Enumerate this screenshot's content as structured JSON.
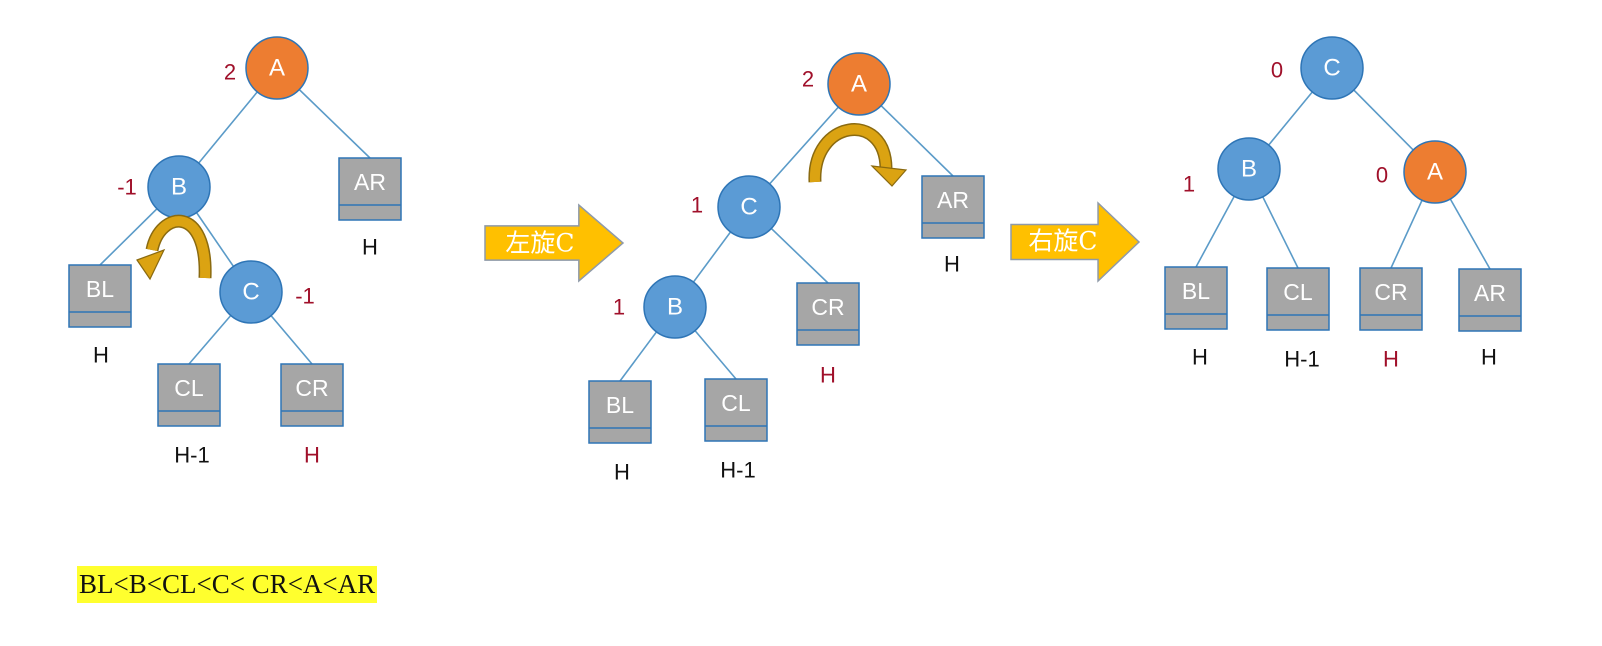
{
  "colors": {
    "edge": "#5b9bc8",
    "node_blue": "#5b9bd5",
    "node_orange": "#ed7d31",
    "box_gray": "#a6a6a6",
    "box_border": "#2e75b6",
    "arrow_yellow": "#ffc000",
    "rotate_arrow": "#dba312",
    "balance_red": "#a0102a",
    "highlight": "#ffff2e"
  },
  "diagrams": [
    {
      "id": "initial",
      "nodes": [
        {
          "label": "A",
          "color": "orange",
          "bf": "2"
        },
        {
          "label": "B",
          "color": "blue",
          "bf": "-1"
        },
        {
          "label": "C",
          "color": "blue",
          "bf": "-1"
        }
      ],
      "boxes": [
        {
          "label": "AR",
          "height": "H",
          "highlight": false
        },
        {
          "label": "BL",
          "height": "H",
          "highlight": false
        },
        {
          "label": "CL",
          "height": "H-1",
          "highlight": false
        },
        {
          "label": "CR",
          "height": "H",
          "highlight": true
        }
      ]
    },
    {
      "id": "after-left-rotate",
      "nodes": [
        {
          "label": "A",
          "color": "orange",
          "bf": "2"
        },
        {
          "label": "C",
          "color": "blue",
          "bf": "1"
        },
        {
          "label": "B",
          "color": "blue",
          "bf": "1"
        }
      ],
      "boxes": [
        {
          "label": "AR",
          "height": "H",
          "highlight": false
        },
        {
          "label": "CR",
          "height": "H",
          "highlight": true
        },
        {
          "label": "BL",
          "height": "H",
          "highlight": false
        },
        {
          "label": "CL",
          "height": "H-1",
          "highlight": false
        }
      ]
    },
    {
      "id": "after-right-rotate",
      "nodes": [
        {
          "label": "C",
          "color": "blue",
          "bf": "0"
        },
        {
          "label": "B",
          "color": "blue",
          "bf": "1"
        },
        {
          "label": "A",
          "color": "orange",
          "bf": "0"
        }
      ],
      "boxes": [
        {
          "label": "BL",
          "height": "H",
          "highlight": false
        },
        {
          "label": "CL",
          "height": "H-1",
          "highlight": false
        },
        {
          "label": "CR",
          "height": "H",
          "highlight": true
        },
        {
          "label": "AR",
          "height": "H",
          "highlight": false
        }
      ]
    }
  ],
  "steps": [
    {
      "label": "左旋C"
    },
    {
      "label": "右旋C"
    }
  ],
  "ordering": "BL<B<CL<C< CR<A<AR"
}
